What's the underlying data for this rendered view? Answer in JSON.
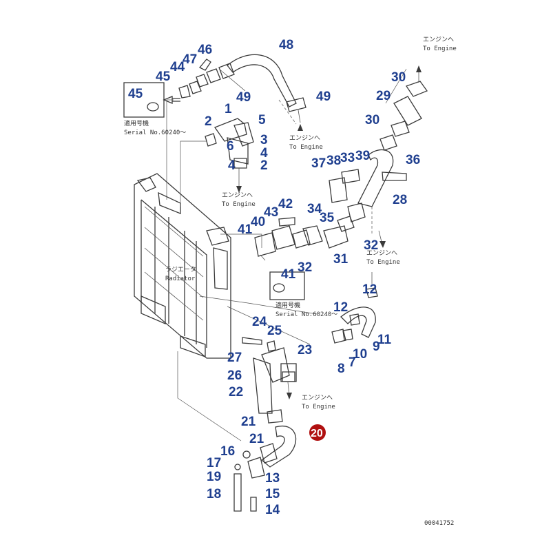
{
  "diagram": {
    "colors": {
      "callout": "#1f3f8f",
      "highlight": "#b01010",
      "line": "#3a3a3a"
    },
    "notes": {
      "to_engine_jp": "エンジンへ",
      "to_engine": "To Engine",
      "radiator_jp": "ラジエータ",
      "radiator": "Radiator",
      "serial_jp_a": "適用号機",
      "serial_jp_b": "適用号機",
      "serial_a": "Serial No.60240～",
      "serial_b": "Serial No.60240～",
      "drawing_number": "00041752"
    },
    "highlight_callout": "20",
    "callouts": {
      "c1": "1",
      "c2a": "2",
      "c2b": "2",
      "c3": "3",
      "c4a": "4",
      "c4b": "4",
      "c5": "5",
      "c6": "6",
      "c7": "7",
      "c8": "8",
      "c9": "9",
      "c10": "10",
      "c11": "11",
      "c12a": "12",
      "c12b": "12",
      "c13": "13",
      "c14": "14",
      "c15": "15",
      "c16": "16",
      "c17": "17",
      "c18": "18",
      "c19": "19",
      "c21a": "21",
      "c21b": "21",
      "c22": "22",
      "c23": "23",
      "c24": "24",
      "c25": "25",
      "c26": "26",
      "c27": "27",
      "c28": "28",
      "c29": "29",
      "c30a": "30",
      "c30b": "30",
      "c31": "31",
      "c32a": "32",
      "c32b": "32",
      "c33": "33",
      "c34": "34",
      "c35": "35",
      "c36": "36",
      "c37": "37",
      "c38": "38",
      "c39": "39",
      "c40": "40",
      "c41a": "41",
      "c41b": "41",
      "c42": "42",
      "c43": "43",
      "c44": "44",
      "c45a": "45",
      "c45b": "45",
      "c46": "46",
      "c47": "47",
      "c48": "48",
      "c49a": "49",
      "c49b": "49"
    }
  }
}
